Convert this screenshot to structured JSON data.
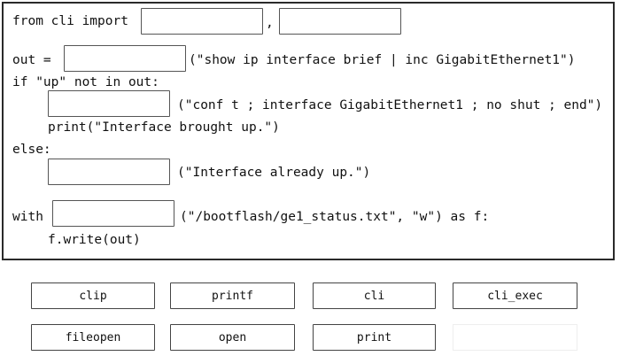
{
  "code": {
    "import_prefix": "from cli import",
    "import_comma": ",",
    "out_prefix": "out =",
    "out_args": "(\"show ip interface brief | inc GigabitEthernet1\")",
    "if_line": "if \"up\" not in out:",
    "conf_args": "(\"conf t ; interface GigabitEthernet1 ; no shut ; end\")",
    "print_line": "print(\"Interface brought up.\")",
    "else_line": "else:",
    "already_args": "(\"Interface already up.\")",
    "with_prefix": "with",
    "with_args": "(\"/bootflash/ge1_status.txt\", \"w\") as f:",
    "write_line": "f.write(out)"
  },
  "options": [
    {
      "label": "clip"
    },
    {
      "label": "printf"
    },
    {
      "label": "cli"
    },
    {
      "label": "cli_exec"
    },
    {
      "label": "fileopen"
    },
    {
      "label": "open"
    },
    {
      "label": "print"
    }
  ]
}
